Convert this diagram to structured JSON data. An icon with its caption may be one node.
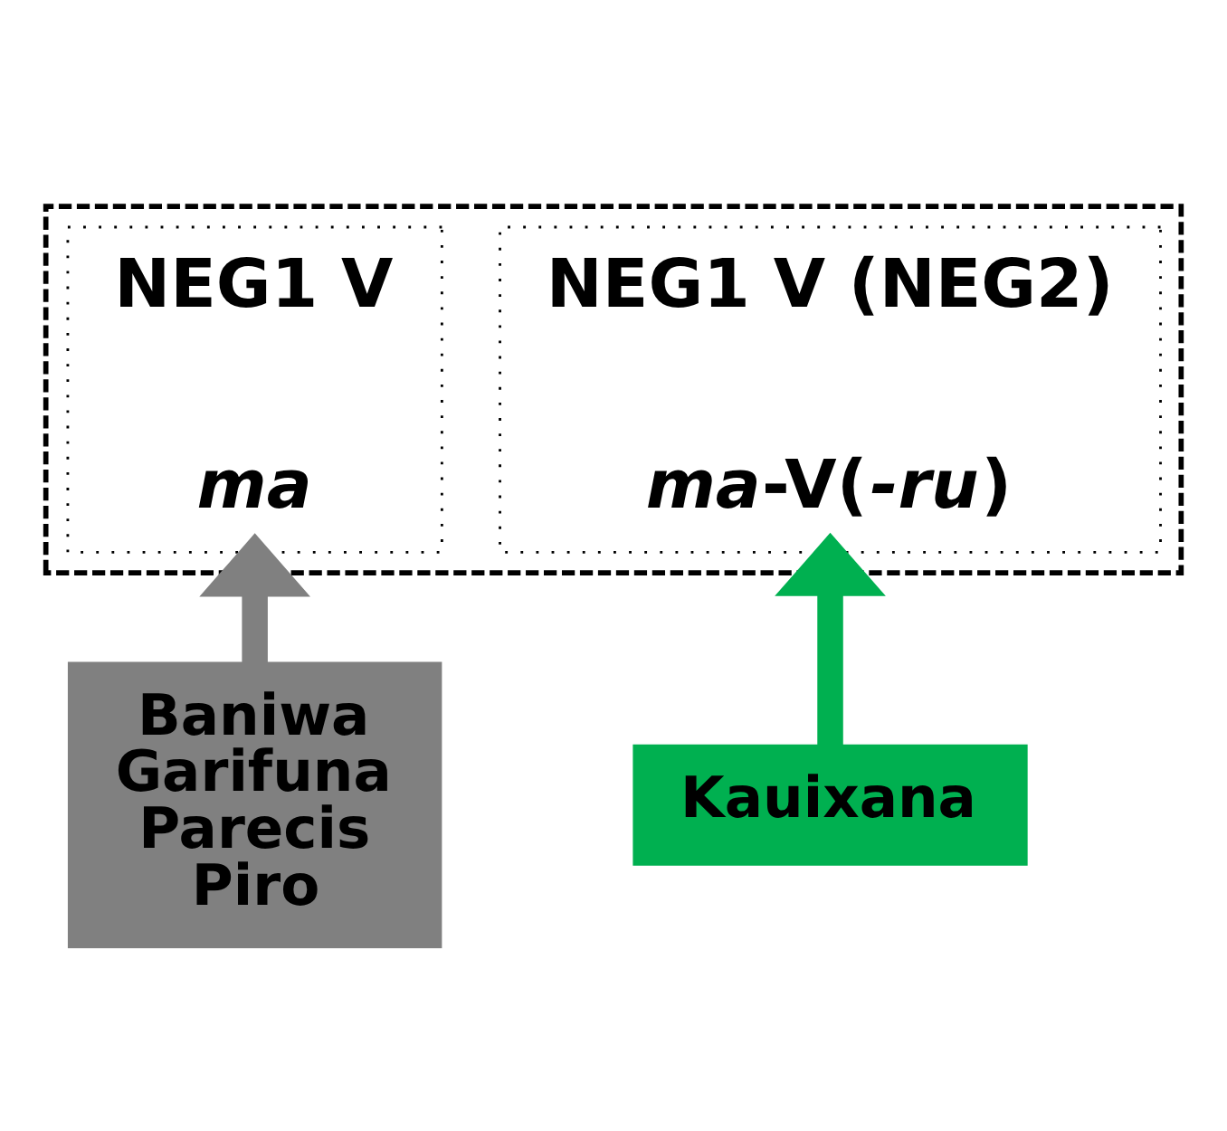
{
  "diagram": {
    "nodes": [
      {
        "text": [],
        "shape": "box"
      },
      {
        "text": [
          "NEG1 V",
          "*ma*"
        ],
        "in": 0
      },
      {
        "text": [
          "NEG1 V (NEG2)",
          "*ma*-V(*-ru*)"
        ],
        "in": 0
      },
      {
        "text": [
          "Baniwa",
          "Garifuna",
          "Parecis",
          "Piro"
        ]
      },
      {
        "text": [
          "Kauixana"
        ]
      }
    ],
    "edges": [
      {
        "from": 3,
        "to": 1,
        "arrow": "to",
        "color": "#808080"
      },
      {
        "from": 4,
        "to": 2,
        "arrow": "to",
        "color": "#00b050"
      }
    ]
  }
}
